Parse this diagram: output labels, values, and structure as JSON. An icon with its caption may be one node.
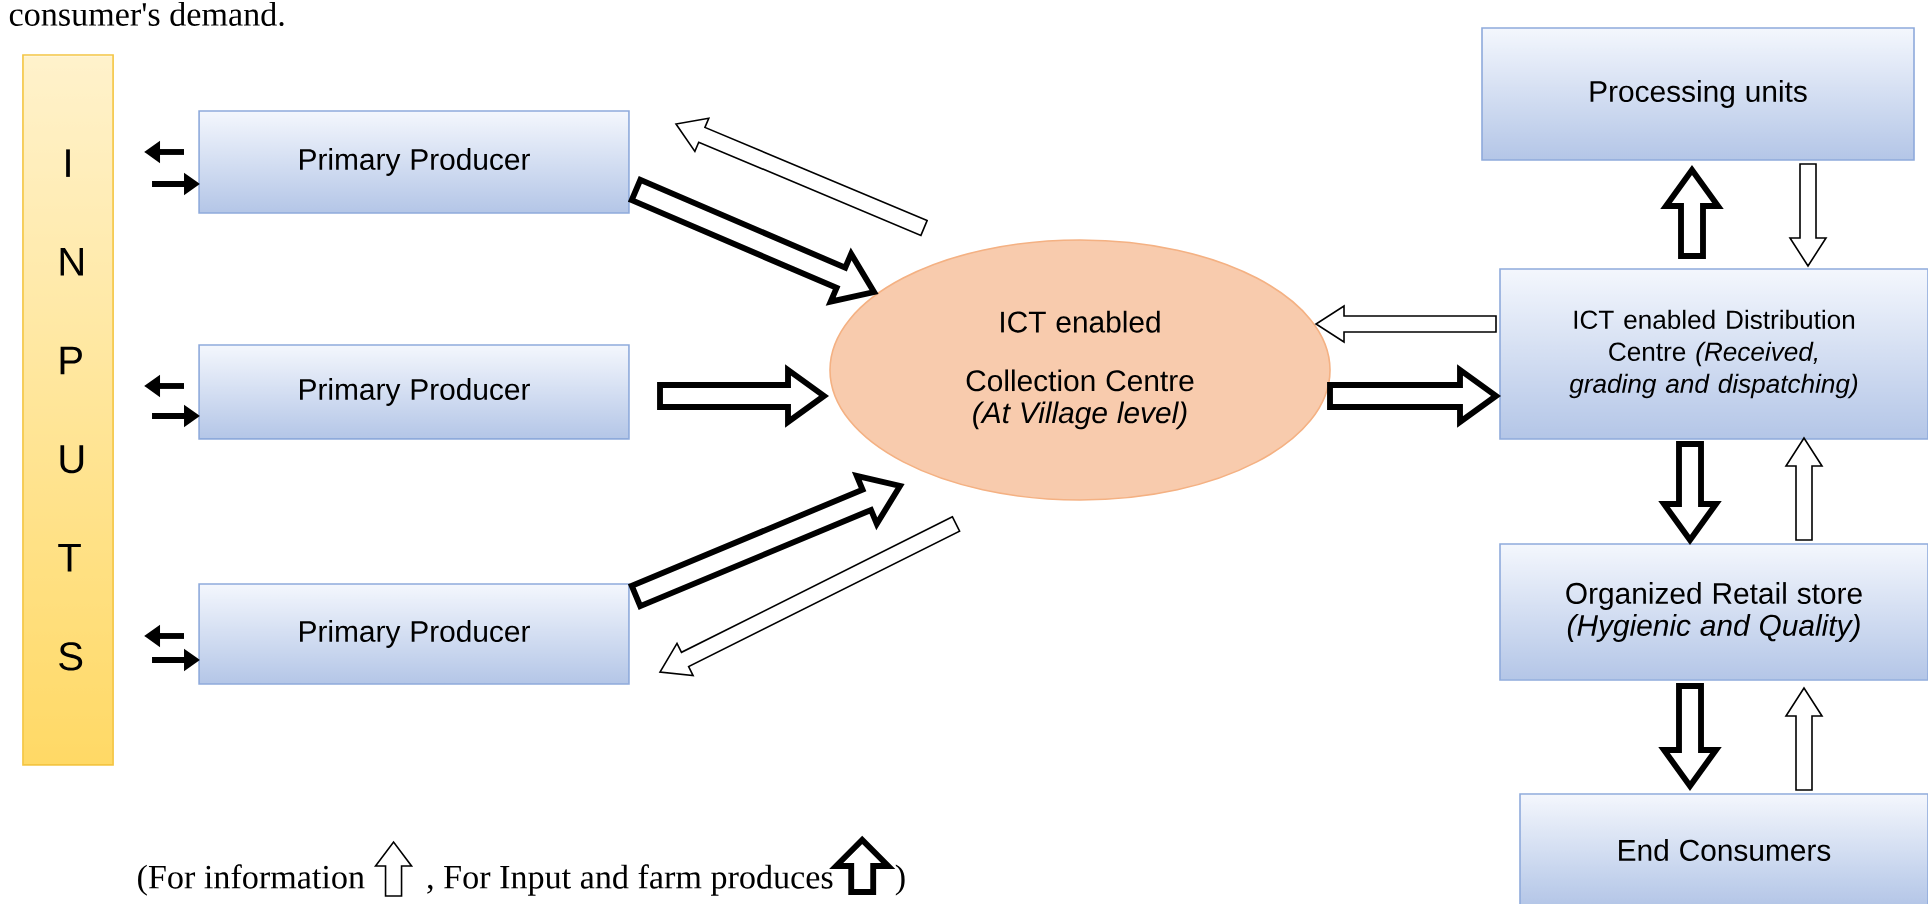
{
  "diagram": {
    "nodes": [
      {
        "text": [
          "I N P U T S"
        ]
      },
      {
        "text": [
          "Primary Producer"
        ]
      },
      {
        "text": [
          "Primary Producer"
        ]
      },
      {
        "text": [
          "Primary Producer"
        ]
      },
      {
        "text": [
          "ICT enabled Collection Centre",
          "(At Village level)"
        ]
      },
      {
        "text": [
          "Processing units"
        ]
      },
      {
        "text": [
          "ICT enabled Distribution Centre *(Received, grading and dispatching)*"
        ]
      },
      {
        "text": [
          "Organized Retail store",
          "(Hygienic and Quality)"
        ]
      },
      {
        "text": [
          "End Consumers"
        ]
      }
    ],
    "edges": [
      {
        "from": 1,
        "to": 0,
        "arrow": "to"
      },
      {
        "from": 0,
        "to": 1,
        "arrow": "to"
      },
      {
        "from": 2,
        "to": 0,
        "arrow": "to"
      },
      {
        "from": 0,
        "to": 2,
        "arrow": "to"
      },
      {
        "from": 3,
        "to": 0,
        "arrow": "to"
      },
      {
        "from": 0,
        "to": 3,
        "arrow": "to"
      },
      {
        "from": 1,
        "to": 4,
        "arrow": "to",
        "style": "thick"
      },
      {
        "from": 4,
        "to": 1,
        "arrow": "to"
      },
      {
        "from": 2,
        "to": 4,
        "arrow": "to",
        "style": "thick"
      },
      {
        "from": 3,
        "to": 4,
        "arrow": "to",
        "style": "thick"
      },
      {
        "from": 4,
        "to": 3,
        "arrow": "to"
      },
      {
        "from": 4,
        "to": 6,
        "arrow": "to",
        "style": "thick"
      },
      {
        "from": 6,
        "to": 4,
        "arrow": "to"
      },
      {
        "from": 6,
        "to": 5,
        "arrow": "to",
        "style": "thick"
      },
      {
        "from": 5,
        "to": 6,
        "arrow": "to"
      },
      {
        "from": 6,
        "to": 7,
        "arrow": "to",
        "style": "thick"
      },
      {
        "from": 7,
        "to": 6,
        "arrow": "to"
      },
      {
        "from": 7,
        "to": 8,
        "arrow": "to",
        "style": "thick"
      },
      {
        "from": 8,
        "to": 7,
        "arrow": "to"
      }
    ],
    "labels": [
      "consumer's demand.",
      ")"
    ],
    "legend": [
      {
        "text": "(For information"
      },
      {
        "text": ", For Input and farm produces"
      }
    ]
  }
}
